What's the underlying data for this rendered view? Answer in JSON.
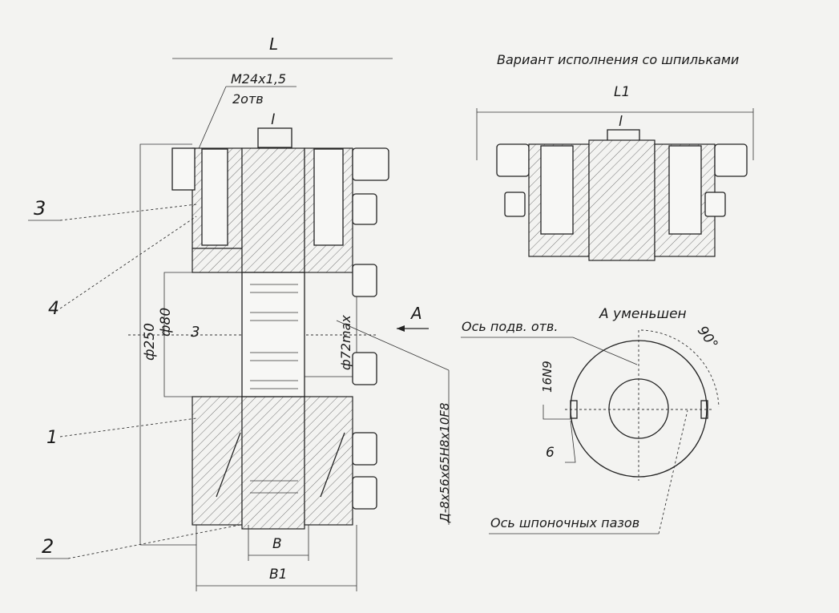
{
  "main_view": {
    "dim_L": "L",
    "thread_note": "M24x1,5",
    "thread_count": "2отв",
    "dim_l": "l",
    "dia_250": "ф250",
    "dia_80": "ф80",
    "inner_mark": "3",
    "dia_72max": "ф72max",
    "spline_spec": "Д-8x56x65H8x10F8",
    "dim_B": "B",
    "dim_B1": "B1",
    "view_arrow": "A",
    "callouts": [
      "3",
      "4",
      "1",
      "2"
    ]
  },
  "variant_view": {
    "title": "Вариант исполнения со шпильками",
    "dim_L1": "L1",
    "dim_l": "l"
  },
  "view_a": {
    "title": "А уменьшен",
    "axis_holes": "Ось подв. отв.",
    "angle": "90°",
    "key_width": "16N9",
    "dim_6": "6",
    "axis_keyways": "Ось шпоночных пазов"
  }
}
